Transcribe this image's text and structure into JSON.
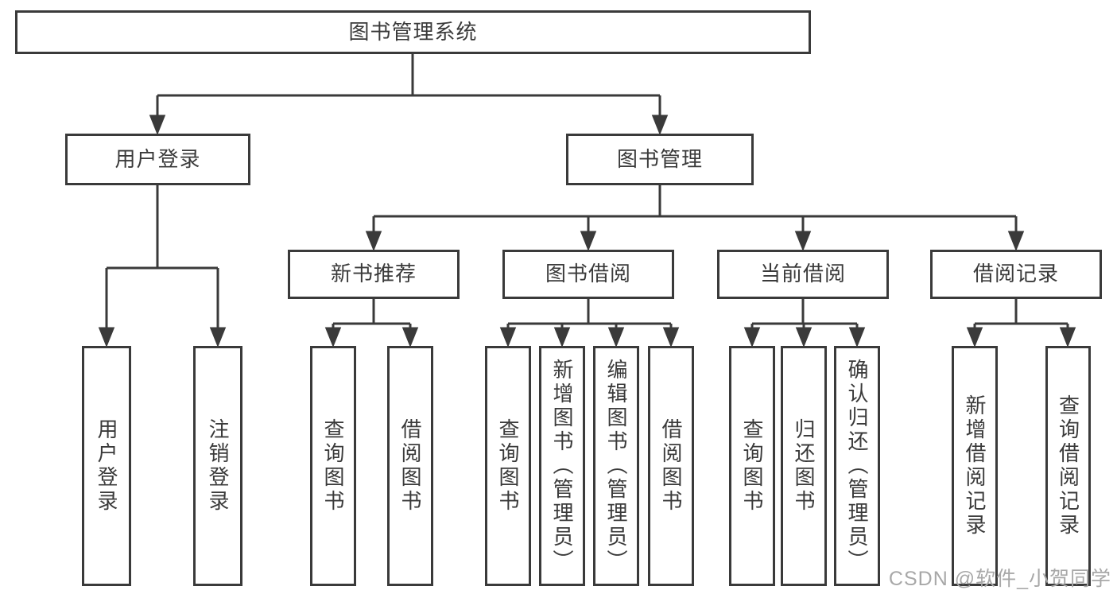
{
  "diagram": {
    "root": {
      "label": "图书管理系统"
    },
    "level2": [
      {
        "id": "user-login",
        "label": "用户登录"
      },
      {
        "id": "book-management",
        "label": "图书管理"
      }
    ],
    "level3": [
      {
        "id": "new-book-recommend",
        "label": "新书推荐"
      },
      {
        "id": "book-borrowing",
        "label": "图书借阅"
      },
      {
        "id": "current-borrowing",
        "label": "当前借阅"
      },
      {
        "id": "borrowing-records",
        "label": "借阅记录"
      }
    ],
    "leaves": {
      "user_login": "用户登录",
      "logout": "注销登录",
      "query_books_1": "查询图书",
      "borrow_books_1": "借阅图书",
      "query_books_2": "查询图书",
      "add_books_admin": "新增图书（管理员）",
      "edit_books_admin": "编辑图书（管理员）",
      "borrow_books_2": "借阅图书",
      "query_books_3": "查询图书",
      "return_books": "归还图书",
      "confirm_return_admin": "确认归还（管理员）",
      "add_borrow_record": "新增借阅记录",
      "query_borrow_record": "查询借阅记录"
    },
    "watermark": "CSDN @软件_小贺同学",
    "colors": {
      "line": "#3a3a3a",
      "text": "#3a3a3a",
      "background": "#ffffff",
      "watermark": "#a8a8a8"
    }
  }
}
